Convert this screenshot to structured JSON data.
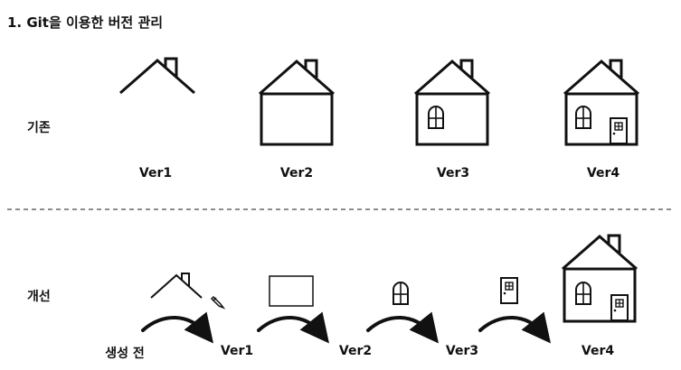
{
  "title": "1. Git을 이용한 버전 관리",
  "rows": {
    "before_label": "기존",
    "after_label": "개선"
  },
  "before_versions": [
    "Ver1",
    "Ver2",
    "Ver3",
    "Ver4"
  ],
  "after_versions": [
    "생성 전",
    "Ver1",
    "Ver2",
    "Ver3",
    "Ver4"
  ],
  "colors": {
    "ink": "#111111",
    "divider": "#666666",
    "background": "#ffffff"
  },
  "icons": [
    "house-roof-icon",
    "house-icon",
    "window-icon",
    "door-icon",
    "pencil-icon",
    "curved-arrow-icon"
  ]
}
